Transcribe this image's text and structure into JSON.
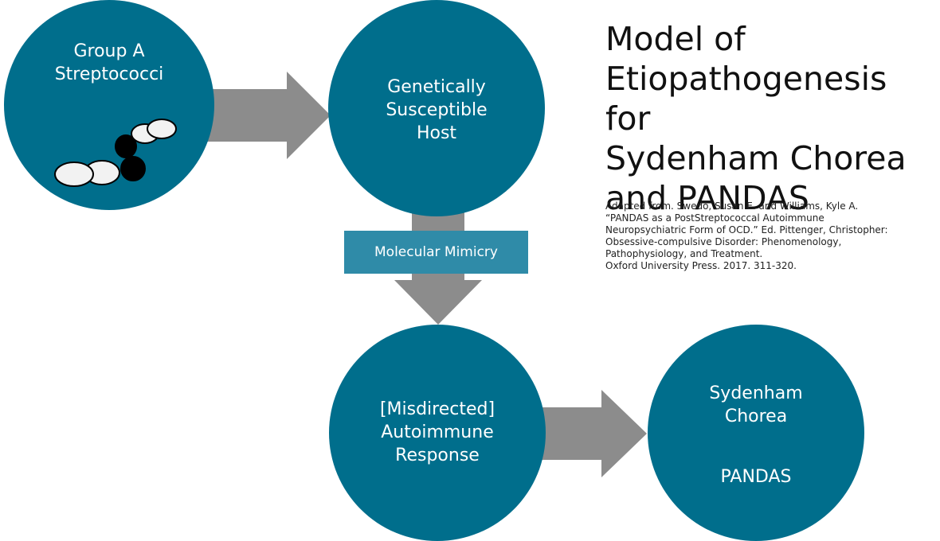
{
  "colors": {
    "circle_fill": "#006e8c",
    "arrow_fill": "#8c8c8c",
    "label_fill": "#2f8ba8",
    "bacteria_white": "#f2f2f2",
    "bacteria_black": "#000000"
  },
  "nodes": {
    "group_a": {
      "lines": [
        "Group A",
        "Streptococci"
      ],
      "icon": "streptococci-chain-icon"
    },
    "host": {
      "lines": [
        "Genetically",
        "Susceptible",
        "Host"
      ]
    },
    "response": {
      "lines": [
        "[Misdirected]",
        "Autoimmune",
        "Response"
      ]
    },
    "outcome": {
      "lines": [
        "Sydenham",
        "Chorea"
      ],
      "secondary": "PANDAS"
    }
  },
  "edge_label": "Molecular Mimicry",
  "title_lines": [
    "Model of",
    "Etiopathogenesis for",
    "Sydenham Chorea",
    "and PANDAS"
  ],
  "citation_lines": [
    "Adapted from. Swedo, Susan E. and Williams, Kyle A.",
    "“PANDAS as a PostStreptococcal Autoimmune",
    "Neuropsychiatric Form of OCD.” Ed. Pittenger, Christopher:",
    "Obsessive-compulsive Disorder: Phenomenology,",
    "Pathophysiology, and Treatment.",
    "Oxford University Press. 2017. 311-320."
  ]
}
